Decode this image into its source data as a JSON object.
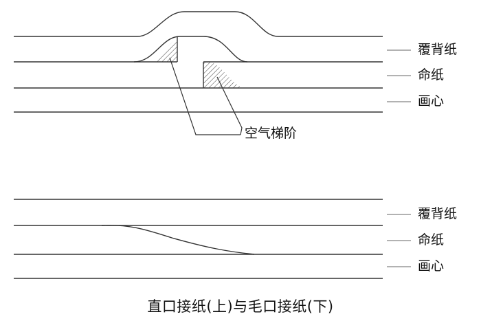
{
  "top_diagram": {
    "layer_labels": [
      "覆背纸",
      "命纸",
      "画心"
    ],
    "callout": "空气梯阶"
  },
  "bottom_diagram": {
    "layer_labels": [
      "覆背纸",
      "命纸",
      "画心"
    ]
  },
  "caption": "直口接纸(上)与毛口接纸(下)"
}
